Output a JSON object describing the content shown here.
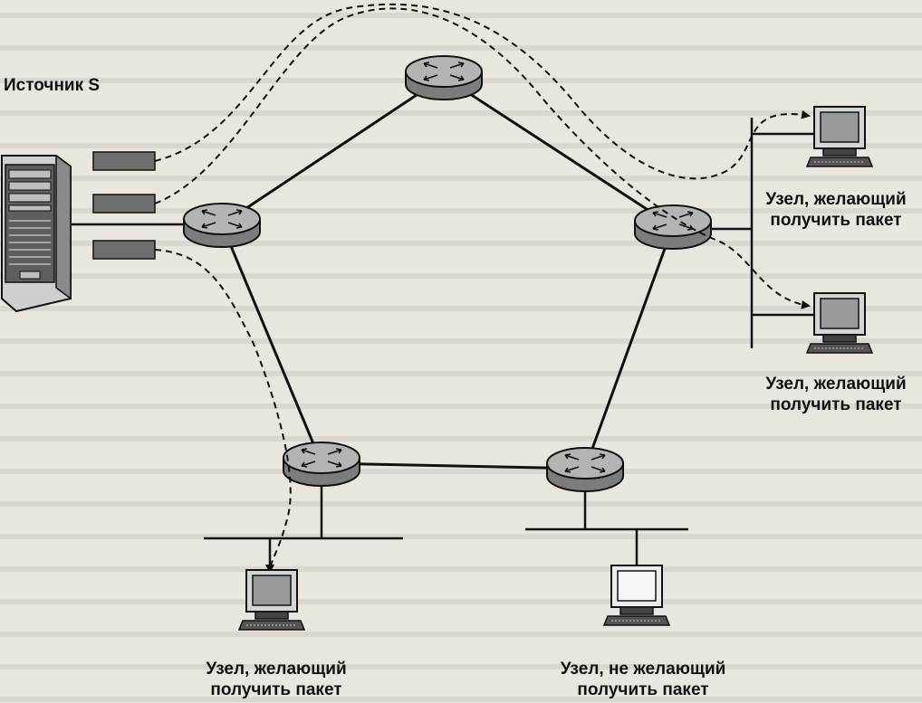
{
  "labels": {
    "source": "Источник S",
    "receiver_top_line1": "Узел, желающий",
    "receiver_top_line2": "получить пакет",
    "receiver_mid_line1": "Узел, желающий",
    "receiver_mid_line2": "получить пакет",
    "receiver_bottom_line1": "Узел, желающий",
    "receiver_bottom_line2": "получить пакет",
    "nonreceiver_line1": "Узел, не желающий",
    "nonreceiver_line2": "получить пакет"
  },
  "icons": {
    "router": "router-icon",
    "server": "server-icon",
    "workstation": "workstation-icon",
    "packet": "packet-icon"
  },
  "colors": {
    "background": "#e9e6df",
    "ink": "#111111",
    "router_fill": "#8d8d8d",
    "router_top": "#b9b9b9",
    "packet_fill": "#6e6e6e",
    "screen_shaded": "#9a9a9a",
    "screen_blank": "#f4f4f4"
  }
}
